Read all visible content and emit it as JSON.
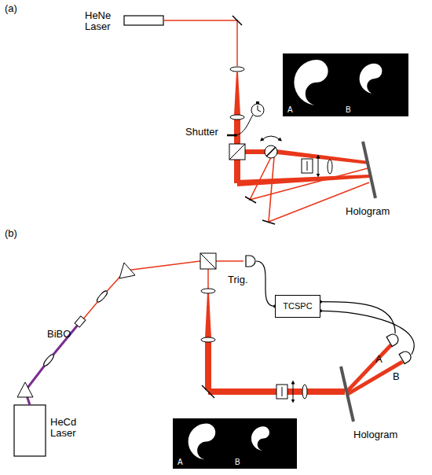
{
  "diagram": {
    "nodes": [
      {
        "text": [
          "A",
          "B"
        ]
      },
      {
        "text": [
          "Trig."
        ]
      },
      {
        "text": [
          "TCSPC"
        ]
      },
      {
        "text": [
          "A"
        ]
      },
      {
        "text": [
          "B"
        ]
      },
      {
        "text": [
          "A",
          "B"
        ]
      }
    ],
    "edges": [
      {
        "from": 1,
        "to": 2,
        "arrow": "none"
      },
      {
        "from": 2,
        "to": 3,
        "arrow": "none"
      },
      {
        "from": 2,
        "to": 4,
        "arrow": "none"
      }
    ],
    "labels": [
      "(a)",
      "HeNe Laser",
      "Shutter",
      "Hologram",
      "(b)",
      "BiBO",
      "HeCd Laser",
      "Hologram"
    ]
  }
}
